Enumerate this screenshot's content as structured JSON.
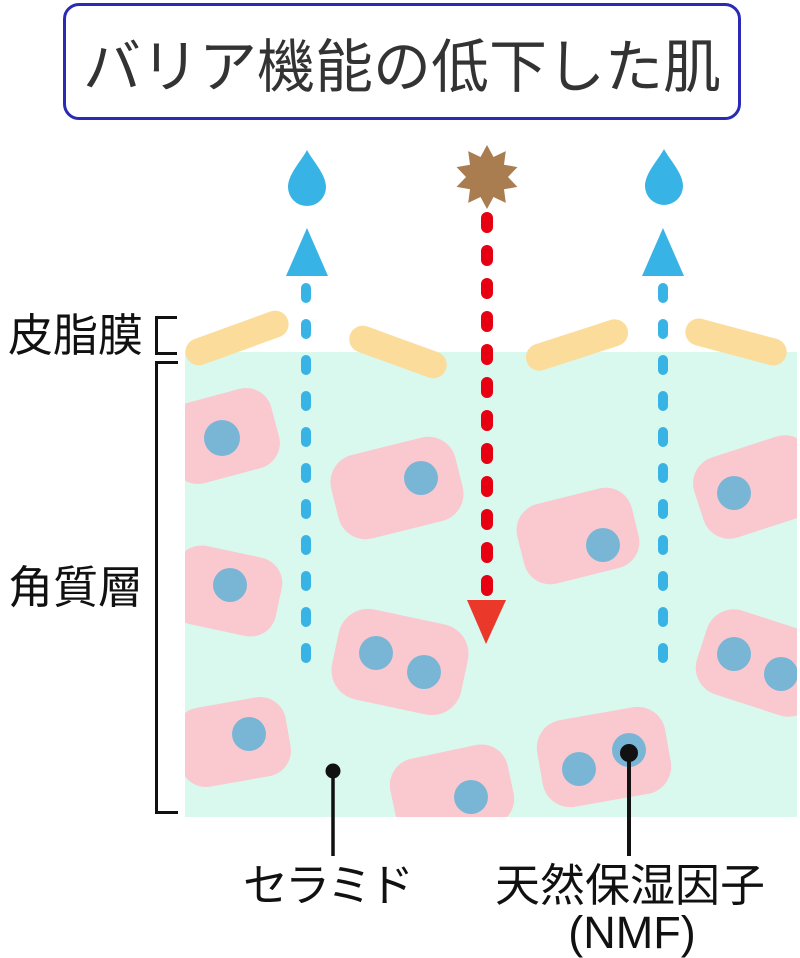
{
  "title": {
    "text": "バリア機能の低下した肌"
  },
  "labels": {
    "sebum_film": "皮脂膜",
    "stratum_corneum": "角質層",
    "ceramide": "セラミド",
    "nmf_line1": "天然保湿因子",
    "nmf_line2": "(NMF)"
  },
  "colors": {
    "title_border": "#2a2ab5",
    "title_text": "#333333",
    "label_text": "#111111",
    "water_blue": "#38b3e5",
    "irritant_brown": "#aa7d51",
    "red_dash": "#e60012",
    "red_arrow": "#ea392b",
    "sebum_yellow": "#fbdc9a",
    "stratum_mint": "#d9f9ef",
    "cell_pink": "#fac9d0",
    "nmf_granule_blue": "#79b6d6",
    "callout_black": "#111111"
  }
}
